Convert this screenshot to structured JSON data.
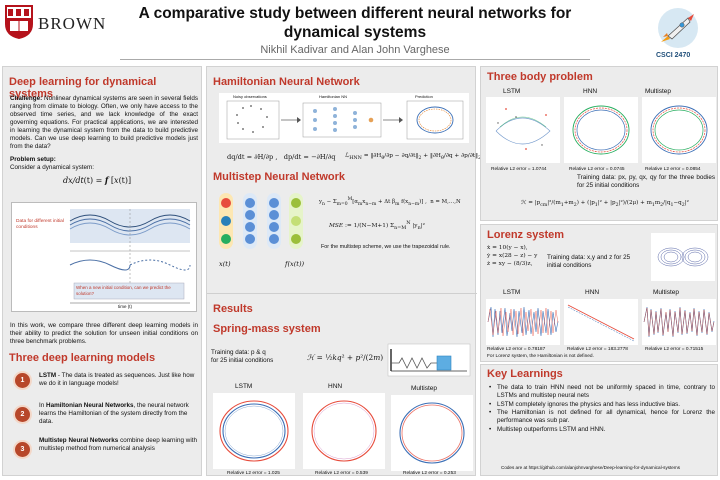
{
  "header": {
    "title_line1": "A comparative study between different neural networks for",
    "title_line2": "dynamical systems",
    "authors": "Nikhil Kadivar and Alan John Varghese",
    "brown": "BROWN",
    "course": "CSCI 2470"
  },
  "deep_learning": {
    "title": "Deep learning for dynamical systems",
    "challenge_label": "Challenge:",
    "challenge_text": "Nonlinear dynamical systems are seen in several fields ranging from climate to biology. Often, we only have access to the observed time series, and we lack knowledge of the exact governing equations. For practical applications, we are interested in learning the dynamical system from the data to build predictive models. Can we use deep learning to build predictive models just from the data?",
    "setup_label": "Problem setup:",
    "setup_text": "Consider a dynamical system:",
    "fig_label1": "Data for different initial conditions",
    "fig_label2": "When a new initial condition, can we predict the solution?",
    "fig_xlabel": "time (t)",
    "compare_text": "In this work, we compare three different deep learning models in their ability to predict the solution for unseen initial conditions on three benchmark problems."
  },
  "models": {
    "title": "Three deep learning models",
    "items": [
      {
        "badge": "1",
        "name": "LSTM",
        "text": " - The data is treated as sequences. Just like how we do it in language models!"
      },
      {
        "badge": "2",
        "pre": "In ",
        "name": "Hamiltonian Neural Networks",
        "text": ", the neural network learns the Hamiltonian of the system directly from the data."
      },
      {
        "badge": "3",
        "name": "Multistep Neural Networks",
        "text": " combine deep learning with multistep method from numerical analysis"
      }
    ]
  },
  "hnn": {
    "title": "Hamiltonian Neural Network",
    "fig_labels": [
      "Noisy observations",
      "Hamiltonian NN",
      "Prediction"
    ]
  },
  "multistep": {
    "title": "Multistep Neural Network",
    "note": "For the multistep scheme, we use the trapezoidal rule.",
    "input_label": "x(t)",
    "output_label": "f(x(t))"
  },
  "results": {
    "title": "Results"
  },
  "spring": {
    "title": "Spring-mass system",
    "training": "Training data: p & q",
    "training2": "for 25 initial conditions",
    "plots": [
      {
        "label": "LSTM",
        "error": "Relative L2 error = 1.025"
      },
      {
        "label": "HNN",
        "error": "Relative L2 error = 0.539"
      },
      {
        "label": "Multistep",
        "error": "Relative L2 error = 0.253"
      }
    ]
  },
  "three_body": {
    "title": "Three body problem",
    "plots": [
      {
        "label": "LSTM",
        "error": "Relative L2 error = 1.0744"
      },
      {
        "label": "HNN",
        "error": "Relative L2 error = 0.0745"
      },
      {
        "label": "Multistep",
        "error": "Relative L2 error = 0.0854"
      }
    ],
    "training": "Training data: px, py, qx, qy for the three bodies for 25 initial conditions"
  },
  "lorenz": {
    "title": "Lorenz system",
    "training": "Training data: x,y and z for 25 initial conditions",
    "plots": [
      {
        "label": "LSTM",
        "error": "Relative L2 error = 0.78187"
      },
      {
        "label": "HNN",
        "error": "Relative L2 error = 183.2778"
      },
      {
        "label": "Multistep",
        "error": "Relative L2 error = 0.71515"
      }
    ],
    "note": "For Lorenz system, the Hamiltonian is not defined."
  },
  "learnings": {
    "title": "Key Learnings",
    "items": [
      "The data to train HNN need not be uniformly spaced in time, contrary to LSTMs and multistep neural nets",
      "LSTM completely ignores the physics and has less inductive bias.",
      "The Hamiltonian is not defined for all dynamical, hence for Lorenz the performance was sub par.",
      "Multistep outperforms LSTM and HNN."
    ],
    "code": "Codes are at https://github.com/alanjohnvarghese/Deep-learning-for-dynamical-systems"
  }
}
